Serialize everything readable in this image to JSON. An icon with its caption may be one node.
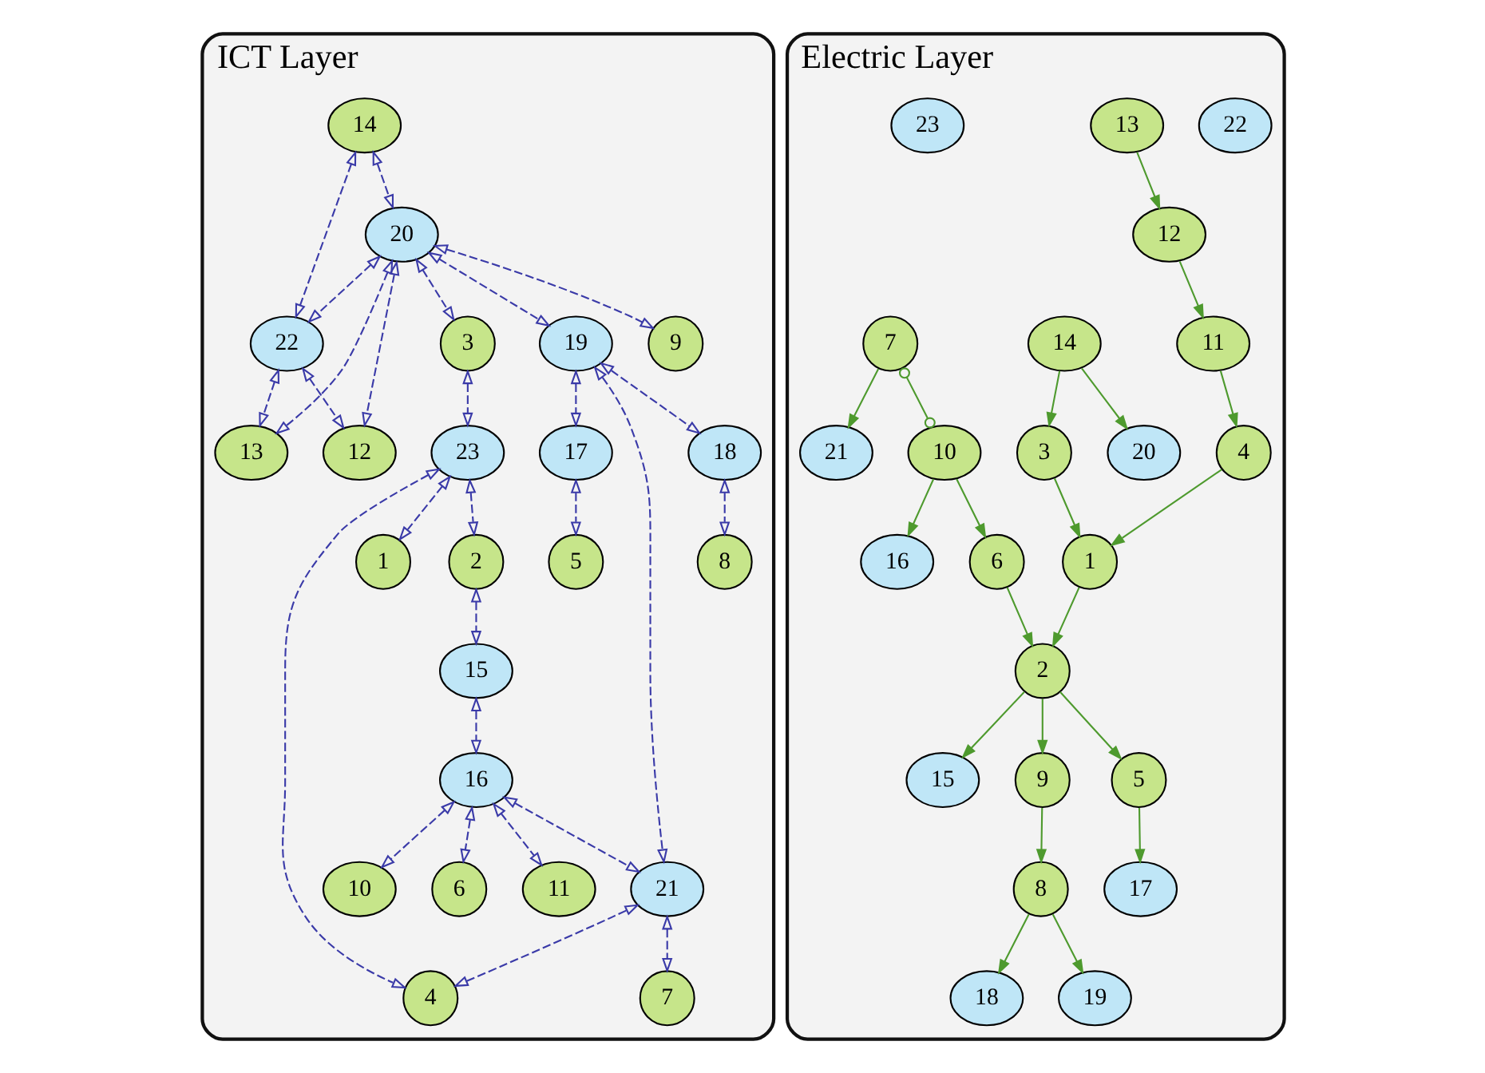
{
  "diagram": {
    "nodes": [
      {
        "text": [
          "ICT Layer"
        ]
      },
      {
        "text": [
          "22"
        ],
        "in": 0
      },
      {
        "text": [
          "13"
        ],
        "in": 0
      },
      {
        "text": [
          "12"
        ],
        "in": 0
      },
      {
        "text": [
          "11"
        ],
        "in": 0
      },
      {
        "text": [
          "21"
        ],
        "in": 0
      },
      {
        "text": [
          "7"
        ],
        "in": 0
      },
      {
        "text": [
          "14"
        ],
        "in": 0
      },
      {
        "text": [
          "3"
        ],
        "in": 0
      },
      {
        "text": [
          "4"
        ],
        "in": 0
      },
      {
        "text": [
          "20"
        ],
        "in": 0
      },
      {
        "text": [
          "1"
        ],
        "in": 0
      },
      {
        "text": [
          "19"
        ],
        "in": 0
      },
      {
        "text": [
          "18"
        ],
        "in": 0
      },
      {
        "text": [
          "23"
        ],
        "in": 0
      },
      {
        "text": [
          "15"
        ],
        "in": 0
      },
      {
        "text": [
          "16"
        ],
        "in": 0
      },
      {
        "text": [
          "10"
        ],
        "in": 0
      },
      {
        "text": [
          "2"
        ],
        "in": 0
      },
      {
        "text": [
          "8"
        ],
        "in": 0
      },
      {
        "text": [
          "17"
        ],
        "in": 0
      },
      {
        "text": [
          "6"
        ],
        "in": 0
      },
      {
        "text": [
          "5"
        ],
        "in": 0
      },
      {
        "text": [
          "9"
        ],
        "in": 0
      },
      {
        "text": [
          "Electric Layer"
        ]
      },
      {
        "text": [
          "22"
        ],
        "in": 24
      },
      {
        "text": [
          "13"
        ],
        "in": 24
      },
      {
        "text": [
          "12"
        ],
        "in": 24
      },
      {
        "text": [
          "11"
        ],
        "in": 24
      },
      {
        "text": [
          "21"
        ],
        "in": 24
      },
      {
        "text": [
          "7"
        ],
        "in": 24
      },
      {
        "text": [
          "14"
        ],
        "in": 24
      },
      {
        "text": [
          "3"
        ],
        "in": 24
      },
      {
        "text": [
          "4"
        ],
        "in": 24
      },
      {
        "text": [
          "20"
        ],
        "in": 24
      },
      {
        "text": [
          "1"
        ],
        "in": 24
      },
      {
        "text": [
          "10"
        ],
        "in": 24
      },
      {
        "text": [
          "16"
        ],
        "in": 24
      },
      {
        "text": [
          "18"
        ],
        "in": 24
      },
      {
        "text": [
          "19"
        ],
        "in": 24
      },
      {
        "text": [
          "23"
        ],
        "in": 24
      },
      {
        "text": [
          "15"
        ],
        "in": 24
      },
      {
        "text": [
          "8"
        ],
        "in": 24
      },
      {
        "text": [
          "2"
        ],
        "in": 24
      },
      {
        "text": [
          "17"
        ],
        "in": 24
      },
      {
        "text": [
          "6"
        ],
        "in": 24
      },
      {
        "text": [
          "9"
        ],
        "in": 24
      },
      {
        "text": [
          "5"
        ],
        "in": 24
      }
    ],
    "edges": [
      {
        "from": 10,
        "to": 1,
        "arrow": "both",
        "style": "dashed"
      },
      {
        "from": 10,
        "to": 2,
        "arrow": "both",
        "style": "dashed"
      },
      {
        "from": 10,
        "to": 3,
        "arrow": "both",
        "style": "dashed"
      },
      {
        "from": 1,
        "to": 3,
        "arrow": "both",
        "style": "dashed"
      },
      {
        "from": 1,
        "to": 2,
        "arrow": "both",
        "style": "dashed"
      },
      {
        "from": 7,
        "to": 1,
        "arrow": "both",
        "style": "dashed"
      },
      {
        "from": 7,
        "to": 10,
        "arrow": "both",
        "style": "dashed"
      },
      {
        "from": 10,
        "to": 8,
        "arrow": "both",
        "style": "dashed"
      },
      {
        "from": 10,
        "to": 12,
        "arrow": "both",
        "style": "dashed"
      },
      {
        "from": 10,
        "to": 23,
        "arrow": "both",
        "style": "dashed"
      },
      {
        "from": 12,
        "to": 5,
        "arrow": "both",
        "style": "dashed"
      },
      {
        "from": 12,
        "to": 13,
        "arrow": "both",
        "style": "dashed"
      },
      {
        "from": 12,
        "to": 20,
        "arrow": "both",
        "style": "dashed"
      },
      {
        "from": 13,
        "to": 19,
        "arrow": "both",
        "style": "dashed"
      },
      {
        "from": 20,
        "to": 22,
        "arrow": "both",
        "style": "dashed"
      },
      {
        "from": 8,
        "to": 14,
        "arrow": "both",
        "style": "dashed"
      },
      {
        "from": 14,
        "to": 11,
        "arrow": "both",
        "style": "dashed"
      },
      {
        "from": 14,
        "to": 9,
        "arrow": "both",
        "style": "dashed"
      },
      {
        "from": 14,
        "to": 18,
        "arrow": "both",
        "style": "dashed"
      },
      {
        "from": 18,
        "to": 15,
        "arrow": "both",
        "style": "dashed"
      },
      {
        "from": 15,
        "to": 16,
        "arrow": "both",
        "style": "dashed"
      },
      {
        "from": 16,
        "to": 4,
        "arrow": "both",
        "style": "dashed"
      },
      {
        "from": 16,
        "to": 5,
        "arrow": "both",
        "style": "dashed"
      },
      {
        "from": 16,
        "to": 17,
        "arrow": "both",
        "style": "dashed"
      },
      {
        "from": 16,
        "to": 21,
        "arrow": "both",
        "style": "dashed"
      },
      {
        "from": 5,
        "to": 6,
        "arrow": "both",
        "style": "dashed"
      },
      {
        "from": 5,
        "to": 9,
        "arrow": "both",
        "style": "dashed"
      },
      {
        "from": 26,
        "to": 27,
        "arrow": "to",
        "color": "#4e9a2e"
      },
      {
        "from": 27,
        "to": 28,
        "arrow": "to",
        "color": "#4e9a2e"
      },
      {
        "from": 28,
        "to": 33,
        "arrow": "to",
        "color": "#4e9a2e"
      },
      {
        "from": 33,
        "to": 35,
        "arrow": "to",
        "color": "#4e9a2e"
      },
      {
        "from": 31,
        "to": 32,
        "arrow": "to",
        "color": "#4e9a2e"
      },
      {
        "from": 32,
        "to": 35,
        "arrow": "to",
        "color": "#4e9a2e"
      },
      {
        "from": 31,
        "to": 34,
        "arrow": "to",
        "color": "#4e9a2e"
      },
      {
        "from": 35,
        "to": 43,
        "arrow": "to",
        "color": "#4e9a2e"
      },
      {
        "from": 43,
        "to": 41,
        "arrow": "to",
        "color": "#4e9a2e"
      },
      {
        "from": 43,
        "to": 46,
        "arrow": "to",
        "color": "#4e9a2e"
      },
      {
        "from": 43,
        "to": 47,
        "arrow": "to",
        "color": "#4e9a2e"
      },
      {
        "from": 45,
        "to": 43,
        "arrow": "to",
        "color": "#4e9a2e"
      },
      {
        "from": 36,
        "to": 45,
        "arrow": "to",
        "color": "#4e9a2e"
      },
      {
        "from": 36,
        "to": 37,
        "arrow": "to",
        "color": "#4e9a2e"
      },
      {
        "from": 30,
        "to": 29,
        "arrow": "to",
        "color": "#4e9a2e"
      },
      {
        "from": 30,
        "to": 36,
        "arrow": "other",
        "color": "#4e9a2e"
      },
      {
        "from": 46,
        "to": 42,
        "arrow": "to",
        "color": "#4e9a2e"
      },
      {
        "from": 42,
        "to": 38,
        "arrow": "to",
        "color": "#4e9a2e"
      },
      {
        "from": 42,
        "to": 39,
        "arrow": "to",
        "color": "#4e9a2e"
      },
      {
        "from": 47,
        "to": 44,
        "arrow": "to",
        "color": "#4e9a2e"
      }
    ]
  }
}
